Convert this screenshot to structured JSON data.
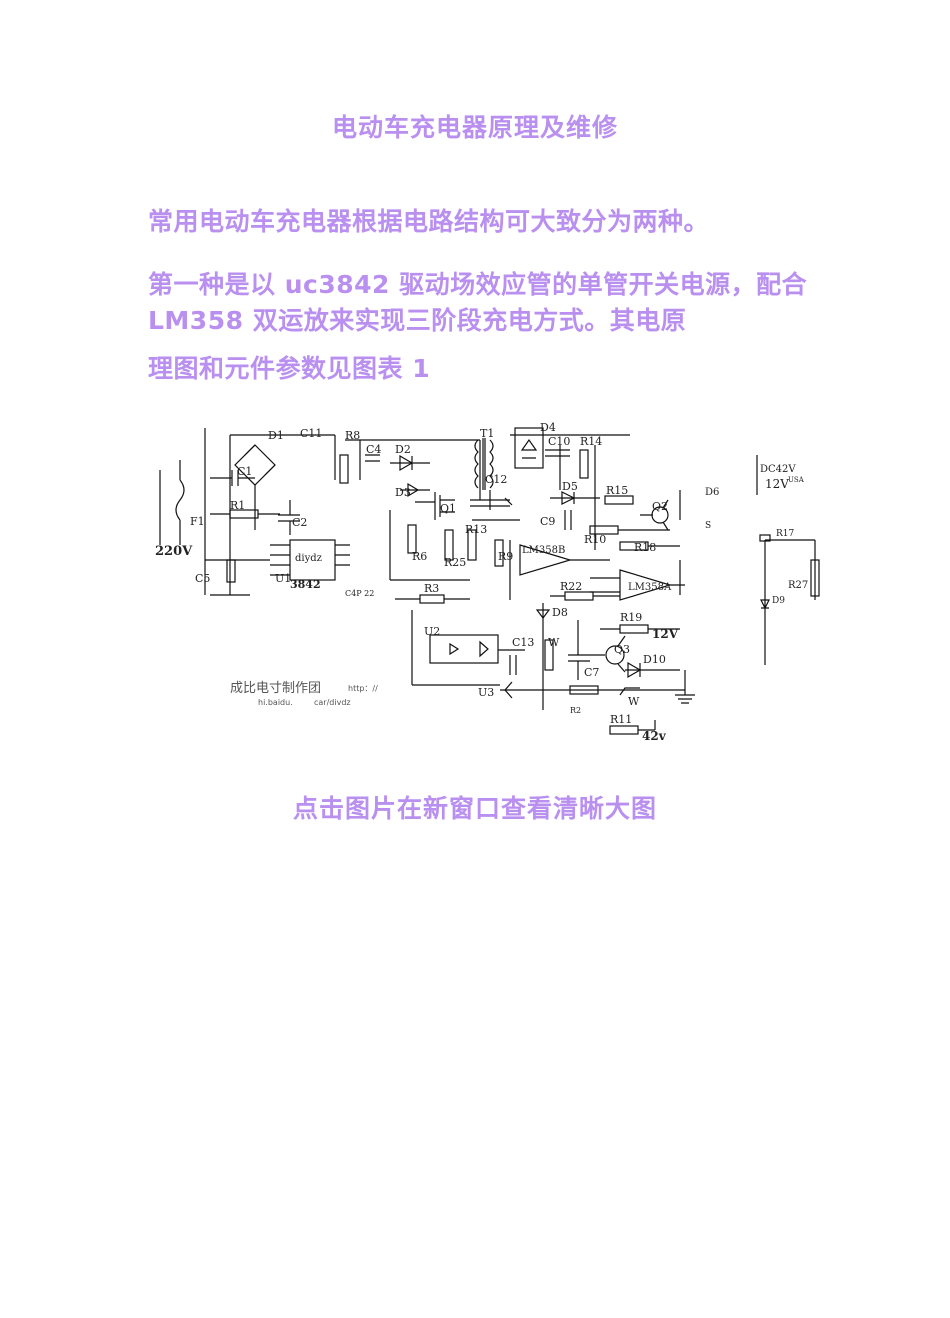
{
  "doc": {
    "title": "电动车充电器原理及维修",
    "para1": "常用电动车充电器根据电路结构可大致分为两种。",
    "para2": "第一种是以 uc3842 驱动场效应管的单管开关电源，配合 LM358 双运放来实现三阶段充电方式。其电原",
    "para3": "理图和元件参数见图表 1",
    "caption": "点击图片在新窗口查看清晰大图"
  },
  "schematic": {
    "labels": [
      "D1",
      "C11",
      "R8",
      "C4",
      "D2",
      "D3",
      "T1",
      "D4",
      "C10",
      "R14",
      "DC42V",
      "D6",
      "12V",
      "USA",
      "C1",
      "R1",
      "C2",
      "C12",
      "D5",
      "R15",
      "Q2",
      "Q1",
      "C9",
      "R10",
      "R18",
      "R17",
      "F1",
      "220V",
      "diydz",
      "U1",
      "3842",
      "C5",
      "R6",
      "R25",
      "R13",
      "R9",
      "LM358B",
      "LM358A",
      "R27",
      "D9",
      "R3",
      "C4P 22",
      "R22",
      "D8",
      "R19",
      "12V",
      "U2",
      "C13",
      "W",
      "Q3",
      "D10",
      "C7",
      "U3",
      "R2",
      "W",
      "R11",
      "42v",
      "S"
    ],
    "watermark_line1": "成比电寸制作团",
    "watermark_url1": "http：//",
    "watermark_line2": "hi.baidu.",
    "watermark_url2": "car/divdz"
  }
}
